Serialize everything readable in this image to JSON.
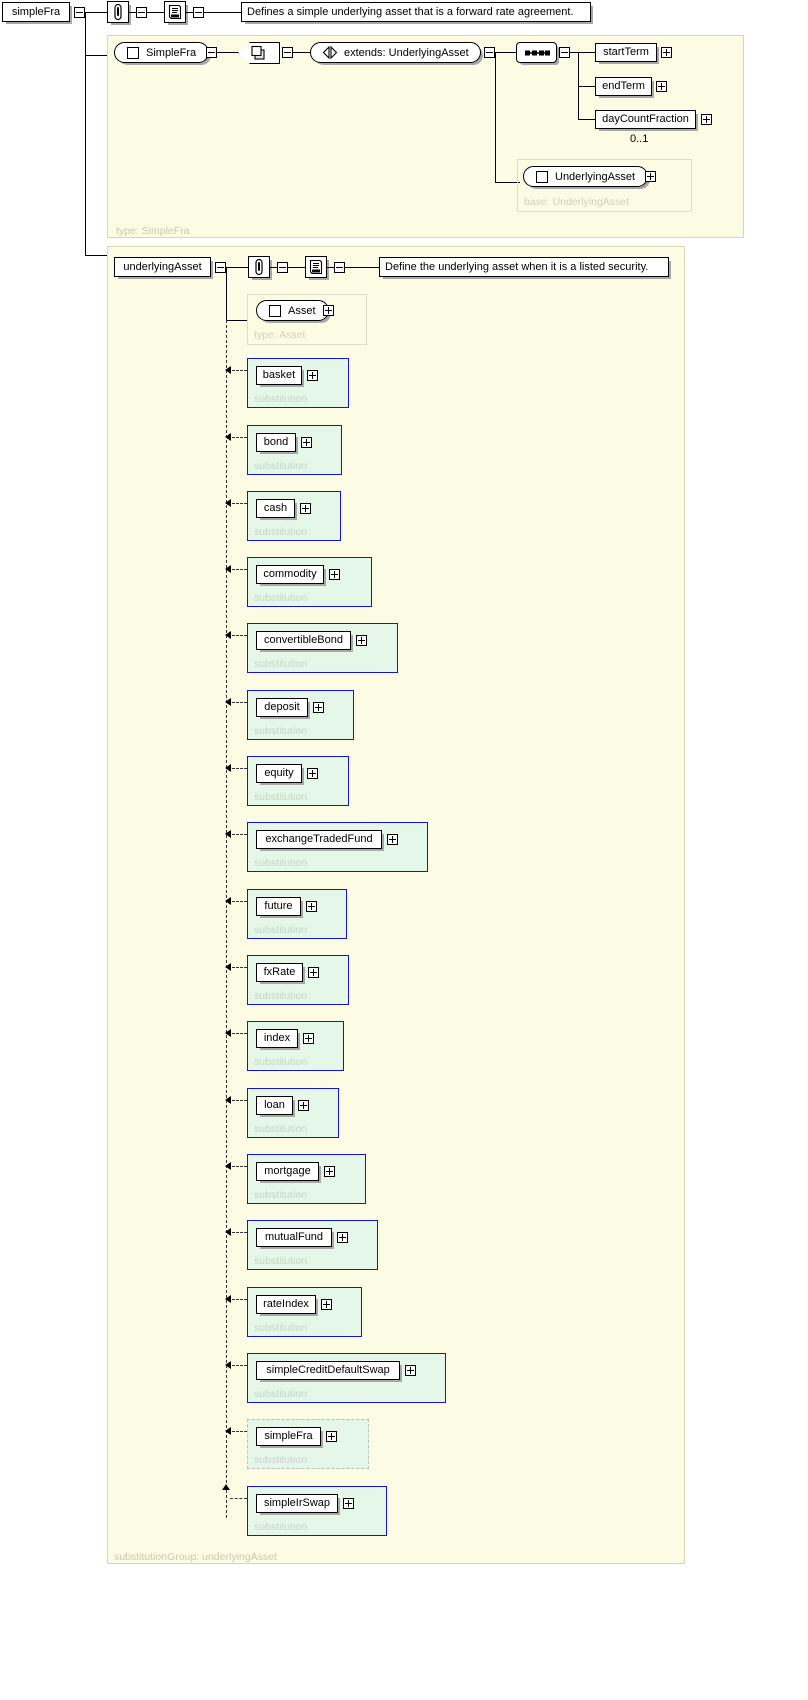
{
  "diagram": {
    "kind": "xml-schema-element-diagram",
    "root_element": "simpleFra",
    "colors": {
      "panel_background": "#fcfce4",
      "substitution_background": "#e4f7e8",
      "substitution_border": "#1414d2",
      "current_border": "#bdbdbd",
      "box_background": "#ffffff",
      "line": "#000000"
    }
  },
  "root": {
    "label": "simpleFra",
    "toggle": "-",
    "annotation_icon": "paperclip-icon",
    "documentation_icon": "documentation-scroll-icon",
    "doc_toggle_1": "-",
    "doc_toggle_2": "-",
    "documentation": "Defines a simple underlying asset that is a forward rate agreement."
  },
  "type_panel": {
    "caption": "type: SimpleFra",
    "type_box": {
      "label": "SimpleFra",
      "icon": "type-square-icon"
    },
    "type_toggle": "-",
    "model_group_icon": "sequence-group-icon",
    "model_toggle": "-",
    "extends": {
      "label": "extends: UnderlyingAsset",
      "icon": "extension-icon"
    },
    "extends_toggle": "-",
    "sequence_icon": "sequence-dots-icon",
    "sequence_toggle": "-",
    "children": [
      {
        "label": "startTerm",
        "toggle": "+",
        "occurrence": ""
      },
      {
        "label": "endTerm",
        "toggle": "+",
        "occurrence": ""
      },
      {
        "label": "dayCountFraction",
        "toggle": "+",
        "occurrence": "0..1"
      }
    ],
    "base_box": {
      "label": "UnderlyingAsset",
      "icon": "type-square-icon",
      "toggle": "+",
      "caption": "base: UnderlyingAsset"
    }
  },
  "substitution_panel": {
    "caption": "substitutionGroup: underlyingAsset",
    "head": {
      "label": "underlyingAsset",
      "toggle": "-",
      "annotation_icon": "paperclip-icon",
      "documentation_icon": "documentation-scroll-icon",
      "doc_toggle_1": "-",
      "doc_toggle_2": "-",
      "documentation": "Define the underlying asset when it is a listed security."
    },
    "type_ref": {
      "label": "Asset",
      "icon": "type-square-icon",
      "toggle": "+",
      "caption": "type: Asset"
    },
    "members_caption": "substitution",
    "members": [
      {
        "label": "basket",
        "toggle": "+",
        "caption": "substitution",
        "current": false
      },
      {
        "label": "bond",
        "toggle": "+",
        "caption": "substitution",
        "current": false
      },
      {
        "label": "cash",
        "toggle": "+",
        "caption": "substitution",
        "current": false
      },
      {
        "label": "commodity",
        "toggle": "+",
        "caption": "substitution",
        "current": false
      },
      {
        "label": "convertibleBond",
        "toggle": "+",
        "caption": "substitution",
        "current": false
      },
      {
        "label": "deposit",
        "toggle": "+",
        "caption": "substitution",
        "current": false
      },
      {
        "label": "equity",
        "toggle": "+",
        "caption": "substitution",
        "current": false
      },
      {
        "label": "exchangeTradedFund",
        "toggle": "+",
        "caption": "substitution",
        "current": false
      },
      {
        "label": "future",
        "toggle": "+",
        "caption": "substitution",
        "current": false
      },
      {
        "label": "fxRate",
        "toggle": "+",
        "caption": "substitution",
        "current": false
      },
      {
        "label": "index",
        "toggle": "+",
        "caption": "substitution",
        "current": false
      },
      {
        "label": "loan",
        "toggle": "+",
        "caption": "substitution",
        "current": false
      },
      {
        "label": "mortgage",
        "toggle": "+",
        "caption": "substitution",
        "current": false
      },
      {
        "label": "mutualFund",
        "toggle": "+",
        "caption": "substitution",
        "current": false
      },
      {
        "label": "rateIndex",
        "toggle": "+",
        "caption": "substitution",
        "current": false
      },
      {
        "label": "simpleCreditDefaultSwap",
        "toggle": "+",
        "caption": "substitution",
        "current": false
      },
      {
        "label": "simpleFra",
        "toggle": "+",
        "caption": "substitution",
        "current": true
      },
      {
        "label": "simpleIrSwap",
        "toggle": "+",
        "caption": "substitution",
        "current": false
      }
    ]
  }
}
